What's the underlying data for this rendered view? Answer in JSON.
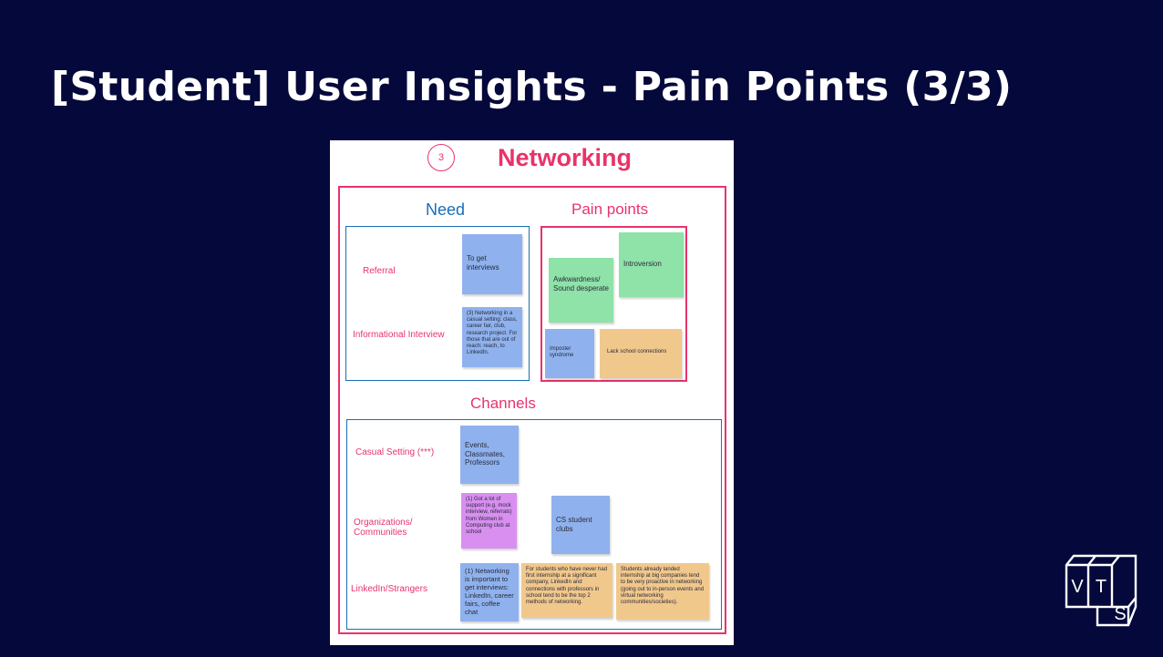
{
  "slide": {
    "title": "[Student] User Insights - Pain Points (3/3)"
  },
  "board": {
    "badge": "3",
    "title": "Networking",
    "need": {
      "heading": "Need",
      "rows": [
        {
          "label": "Referral",
          "note": "To get interviews"
        },
        {
          "label": "Informational Interview",
          "note": "(3) Networking in a casual setting: class, career fair, club, research project. For those that are out of reach: reach, to LinkedIn."
        }
      ]
    },
    "pain_points": {
      "heading": "Pain points",
      "notes": [
        "Introversion",
        "Awkwardness/ Sound desperate",
        "Imposter syndrome",
        "Lack school connections"
      ]
    },
    "channels": {
      "heading": "Channels",
      "rows": [
        {
          "label": "Casual Setting (***)",
          "notes": [
            "Events, Classmates, Professors"
          ]
        },
        {
          "label": "Organizations/ Communities",
          "notes": [
            "(1) Got a lot of support (e.g. mock interview, referrals) from Women in Computing club at school",
            "CS student clubs"
          ]
        },
        {
          "label": "LinkedIn/Strangers",
          "notes": [
            "(1) Networking is important to get interviews: LinkedIn, career fairs, coffee chat",
            "For students who have never had first internship at a significant company, LinkedIn and connections with professors in school tend to be the top 2 methods of networking.",
            "Students already landed internship at big companies tend to be very proactive in networking (going out to in-person events and virtual networking communities/societies)."
          ]
        }
      ]
    }
  },
  "logo": {
    "letters": [
      "V",
      "T",
      "S"
    ]
  },
  "colors": {
    "background": "#05083a",
    "pink": "#e8336b",
    "blue": "#1a6db8"
  }
}
